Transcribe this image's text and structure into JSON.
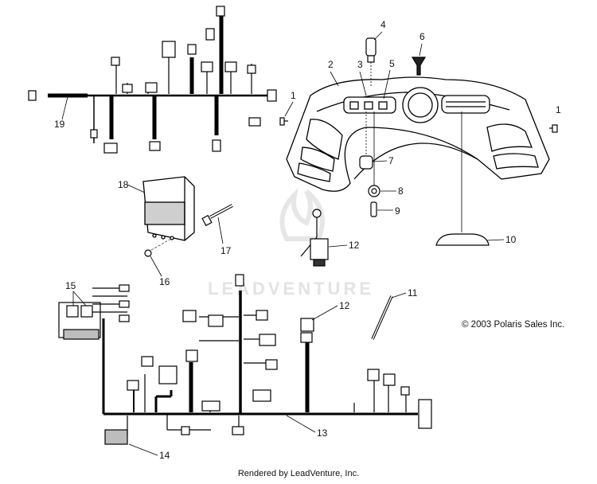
{
  "callouts": [
    "1",
    "1",
    "2",
    "3",
    "4",
    "5",
    "6",
    "7",
    "8",
    "9",
    "10",
    "11",
    "12",
    "12",
    "13",
    "14",
    "15",
    "16",
    "17",
    "18",
    "19"
  ],
  "copyright": "© 2003 Polaris Sales Inc.",
  "footer": "Rendered by LeadVenture, Inc.",
  "watermark": "LEADVENTURE",
  "colors": {
    "line": "#1a1a1a",
    "harness": "#000000",
    "part_fill": "#ffffff",
    "shade": "#bdbdbd"
  }
}
